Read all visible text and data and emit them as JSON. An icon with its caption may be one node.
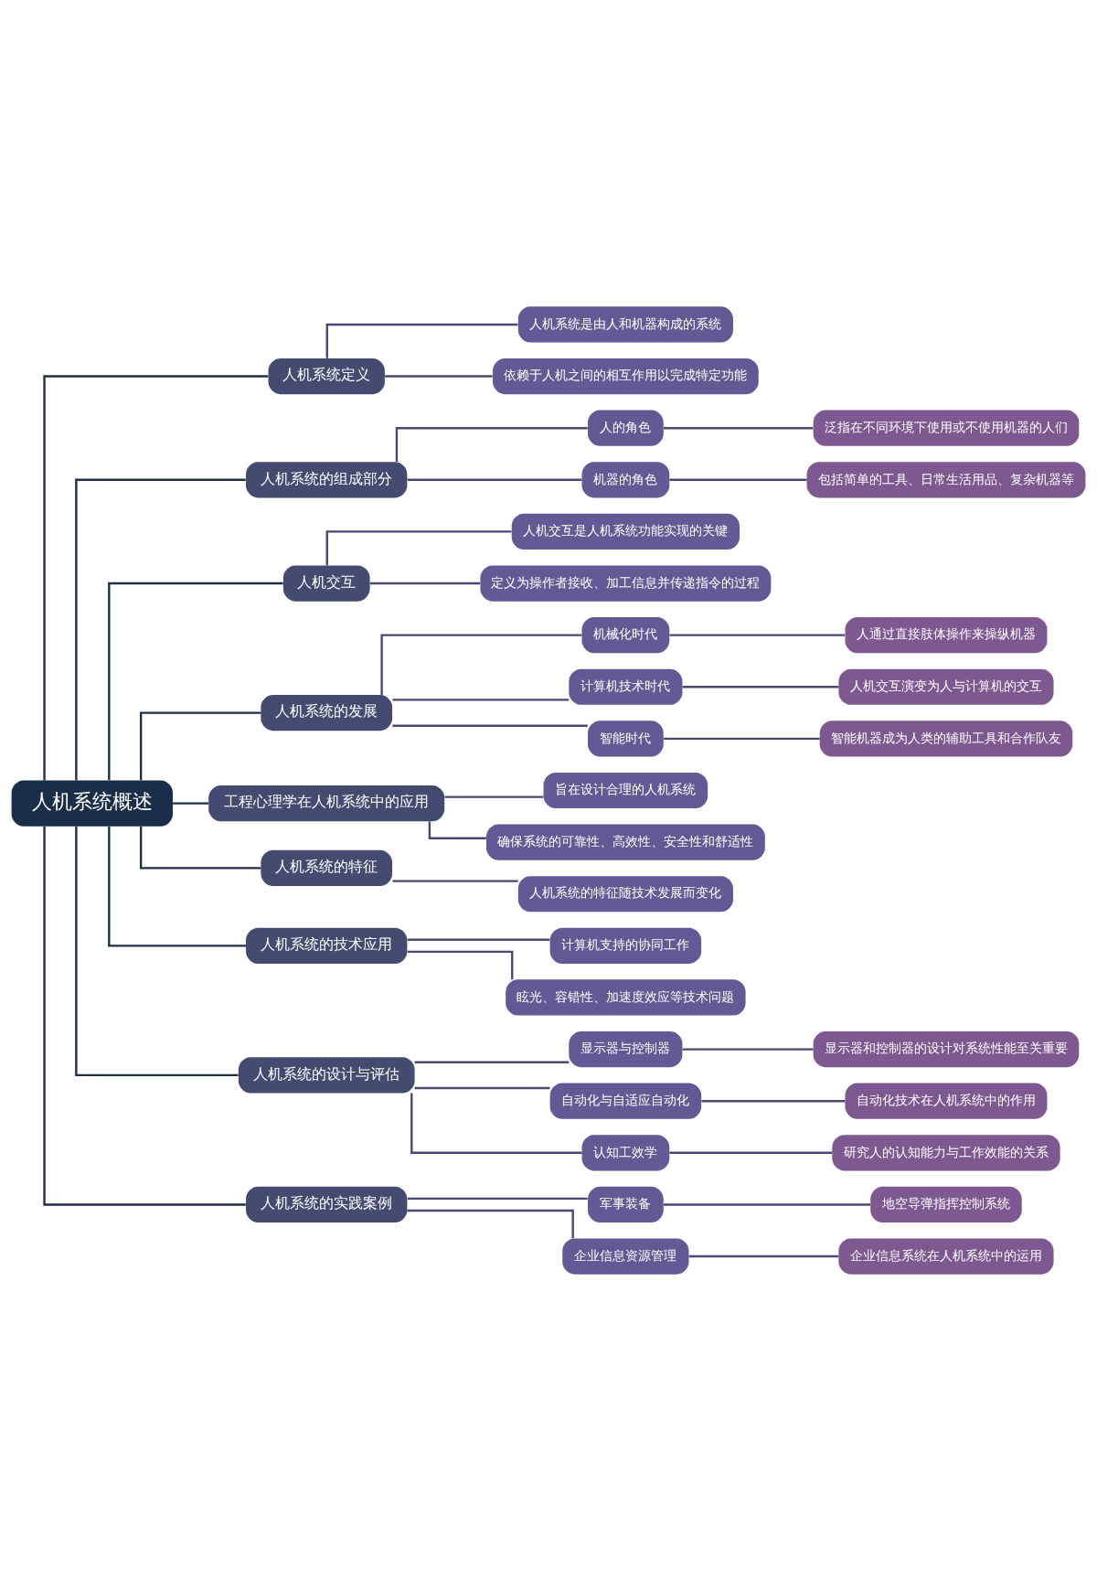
{
  "diagram": {
    "nodes": [
      {
        "text": [
          "人机系统概述"
        ]
      },
      {
        "text": [
          "人机系统定义"
        ]
      },
      {
        "text": [
          "人机系统是由人和机器构成的系统"
        ]
      },
      {
        "text": [
          "依赖于人机之间的相互作用以完成特定功能"
        ]
      },
      {
        "text": [
          "人机系统的组成部分"
        ]
      },
      {
        "text": [
          "人的角色"
        ]
      },
      {
        "text": [
          "泛指在不同环境下使用或不使用机器的人们"
        ]
      },
      {
        "text": [
          "机器的角色"
        ]
      },
      {
        "text": [
          "包括简单的工具、日常生活用品、复杂机器等"
        ]
      },
      {
        "text": [
          "人机交互"
        ]
      },
      {
        "text": [
          "人机交互是人机系统功能实现的关键"
        ]
      },
      {
        "text": [
          "定义为操作者接收、加工信息并传递指令的过程"
        ]
      },
      {
        "text": [
          "人机系统的发展"
        ]
      },
      {
        "text": [
          "机械化时代"
        ]
      },
      {
        "text": [
          "人通过直接肢体操作来操纵机器"
        ]
      },
      {
        "text": [
          "计算机技术时代"
        ]
      },
      {
        "text": [
          "人机交互演变为人与计算机的交互"
        ]
      },
      {
        "text": [
          "智能时代"
        ]
      },
      {
        "text": [
          "智能机器成为人类的辅助工具和合作队友"
        ]
      },
      {
        "text": [
          "工程心理学在人机系统中的应用"
        ]
      },
      {
        "text": [
          "旨在设计合理的人机系统"
        ]
      },
      {
        "text": [
          "确保系统的可靠性、高效性、安全性和舒适性"
        ]
      },
      {
        "text": [
          "人机系统的特征"
        ]
      },
      {
        "text": [
          "人机系统的特征随技术发展而变化"
        ]
      },
      {
        "text": [
          "人机系统的技术应用"
        ]
      },
      {
        "text": [
          "计算机支持的协同工作"
        ]
      },
      {
        "text": [
          "眩光、容错性、加速度效应等技术问题"
        ]
      },
      {
        "text": [
          "人机系统的设计与评估"
        ]
      },
      {
        "text": [
          "显示器与控制器"
        ]
      },
      {
        "text": [
          "显示器和控制器的设计对系统性能至关重要"
        ]
      },
      {
        "text": [
          "自动化与自适应自动化"
        ]
      },
      {
        "text": [
          "自动化技术在人机系统中的作用"
        ]
      },
      {
        "text": [
          "认知工效学"
        ]
      },
      {
        "text": [
          "研究人的认知能力与工作效能的关系"
        ]
      },
      {
        "text": [
          "人机系统的实践案例"
        ]
      },
      {
        "text": [
          "军事装备"
        ]
      },
      {
        "text": [
          "地空导弹指挥控制系统"
        ]
      },
      {
        "text": [
          "企业信息资源管理"
        ]
      },
      {
        "text": [
          "企业信息系统在人机系统中的运用"
        ]
      }
    ],
    "edges": [
      {
        "from": 0,
        "to": 1,
        "arrow": "none",
        "color": "#1e2f47"
      },
      {
        "from": 1,
        "to": 2,
        "arrow": "none"
      },
      {
        "from": 1,
        "to": 3,
        "arrow": "none"
      },
      {
        "from": 0,
        "to": 4,
        "arrow": "none",
        "color": "#1e2f47"
      },
      {
        "from": 4,
        "to": 5,
        "arrow": "none"
      },
      {
        "from": 5,
        "to": 6,
        "arrow": "none"
      },
      {
        "from": 4,
        "to": 7,
        "arrow": "none"
      },
      {
        "from": 7,
        "to": 8,
        "arrow": "none"
      },
      {
        "from": 0,
        "to": 9,
        "arrow": "none",
        "color": "#1e2f47"
      },
      {
        "from": 9,
        "to": 10,
        "arrow": "none"
      },
      {
        "from": 9,
        "to": 11,
        "arrow": "none"
      },
      {
        "from": 0,
        "to": 12,
        "arrow": "none",
        "color": "#1e2f47"
      },
      {
        "from": 12,
        "to": 13,
        "arrow": "none"
      },
      {
        "from": 13,
        "to": 14,
        "arrow": "none"
      },
      {
        "from": 12,
        "to": 15,
        "arrow": "none"
      },
      {
        "from": 15,
        "to": 16,
        "arrow": "none"
      },
      {
        "from": 12,
        "to": 17,
        "arrow": "none"
      },
      {
        "from": 17,
        "to": 18,
        "arrow": "none"
      },
      {
        "from": 0,
        "to": 19,
        "arrow": "none",
        "color": "#1e2f47"
      },
      {
        "from": 19,
        "to": 20,
        "arrow": "none"
      },
      {
        "from": 19,
        "to": 21,
        "arrow": "none"
      },
      {
        "from": 0,
        "to": 22,
        "arrow": "none",
        "color": "#1e2f47"
      },
      {
        "from": 22,
        "to": 23,
        "arrow": "none"
      },
      {
        "from": 0,
        "to": 24,
        "arrow": "none",
        "color": "#1e2f47"
      },
      {
        "from": 24,
        "to": 25,
        "arrow": "none"
      },
      {
        "from": 24,
        "to": 26,
        "arrow": "none"
      },
      {
        "from": 0,
        "to": 27,
        "arrow": "none",
        "color": "#1e2f47"
      },
      {
        "from": 27,
        "to": 28,
        "arrow": "none"
      },
      {
        "from": 28,
        "to": 29,
        "arrow": "none"
      },
      {
        "from": 27,
        "to": 30,
        "arrow": "none"
      },
      {
        "from": 30,
        "to": 31,
        "arrow": "none"
      },
      {
        "from": 27,
        "to": 32,
        "arrow": "none"
      },
      {
        "from": 32,
        "to": 33,
        "arrow": "none"
      },
      {
        "from": 0,
        "to": 34,
        "arrow": "none",
        "color": "#1e2f47"
      },
      {
        "from": 34,
        "to": 35,
        "arrow": "none"
      },
      {
        "from": 35,
        "to": 36,
        "arrow": "none"
      },
      {
        "from": 34,
        "to": 37,
        "arrow": "none"
      },
      {
        "from": 37,
        "to": 38,
        "arrow": "none"
      }
    ]
  }
}
